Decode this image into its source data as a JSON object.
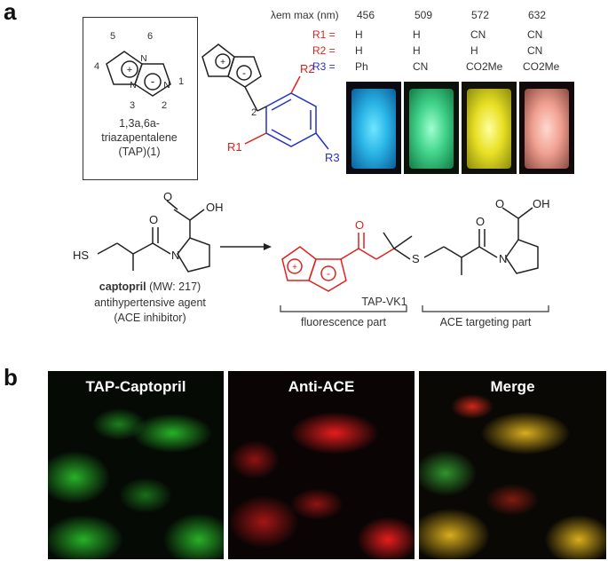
{
  "panel_a": {
    "letter": "a",
    "box": {
      "ring_labels": [
        "5",
        "6",
        "4",
        "1",
        "3",
        "2"
      ],
      "name_line1": "1,3a,6a-",
      "name_line2": "triazapentalene",
      "name_line3": "(TAP)(1)"
    },
    "core_structure": {
      "pos_label": "2",
      "r1": "R1",
      "r2": "R2",
      "r3": "R3"
    },
    "table": {
      "lambda_label": "λem max (nm)",
      "wavelengths": [
        "456",
        "509",
        "572",
        "632"
      ],
      "rows": [
        {
          "label": "R1 =",
          "values": [
            "H",
            "H",
            "CN",
            "CN"
          ]
        },
        {
          "label": "R2 =",
          "values": [
            "H",
            "H",
            "H",
            "CN"
          ]
        },
        {
          "label": "R3 =",
          "values": [
            "Ph",
            "CN",
            "CO2Me",
            "CO2Me"
          ]
        }
      ]
    },
    "vial_colors": [
      "#29b4e6",
      "#42d38a",
      "#e8e024",
      "#f0a090"
    ],
    "captopril": {
      "oh": "OH",
      "hs": "HS",
      "o": "O",
      "n": "N",
      "name": "captopril",
      "mw": "(MW: 217)",
      "desc1": "antihypertensive agent",
      "desc2": "(ACE inhibitor)"
    },
    "conjugate": {
      "oh": "OH",
      "o1": "O",
      "o2": "O",
      "s": "S",
      "n": "N",
      "tap_name": "TAP-VK1",
      "fluor_part": "fluorescence part",
      "ace_part": "ACE targeting part"
    }
  },
  "panel_b": {
    "letter": "b",
    "images": [
      {
        "title": "TAP-Captopril",
        "color": "#2ecf2e"
      },
      {
        "title": "Anti-ACE",
        "color": "#ee2222"
      },
      {
        "title": "Merge",
        "color": "#f0b020"
      }
    ]
  }
}
